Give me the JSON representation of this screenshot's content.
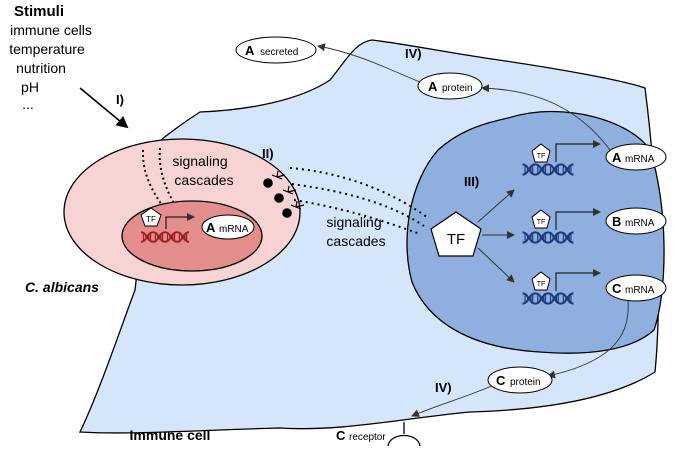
{
  "stimuli": {
    "title": "Stimuli",
    "items": [
      "immune cells",
      "temperature",
      "nutrition",
      "pH",
      "..."
    ]
  },
  "steps": {
    "step1": "I)",
    "step2": "II)",
    "step3": "III)",
    "step4_top": "IV)",
    "step4_bottom": "IV)"
  },
  "candida": {
    "label": "C. albicans",
    "signaling": [
      "signaling",
      "cascades"
    ],
    "tf": "TF",
    "gene_letter": "A",
    "gene_sub": "mRNA"
  },
  "immune": {
    "label": "Immune cell",
    "signaling": [
      "signaling",
      "cascades"
    ],
    "tf_large": "TF",
    "tf_small": "TF",
    "genes": [
      {
        "letter": "A",
        "sub": "mRNA"
      },
      {
        "letter": "B",
        "sub": "mRNA"
      },
      {
        "letter": "C",
        "sub": "mRNA"
      }
    ],
    "a_protein": {
      "letter": "A",
      "sub": "protein"
    },
    "a_secreted": {
      "letter": "A",
      "sub": "secreted"
    },
    "c_protein": {
      "letter": "C",
      "sub": "protein"
    },
    "c_receptor": {
      "letter": "C",
      "sub": "receptor"
    }
  },
  "colors": {
    "immune_cell": "#d6e6fa",
    "nucleus": "#8fb0de",
    "candida_outer": "#f7d3d3",
    "candida_inner": "#e38d8d",
    "dna_dark": "#1d3a7a",
    "dna_red": "#9e1f1f"
  }
}
